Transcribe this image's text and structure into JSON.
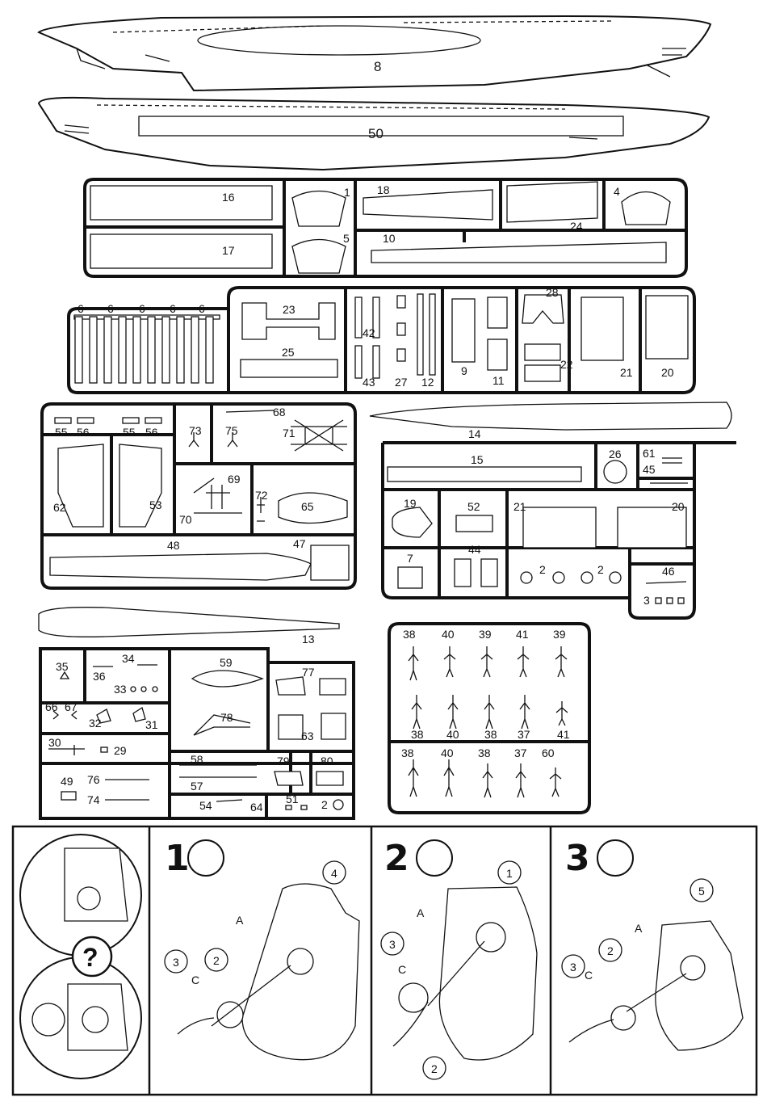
{
  "hulls": {
    "upper": "8",
    "lower": "50"
  },
  "sprue_a": {
    "labels": [
      "16",
      "17",
      "1",
      "5",
      "18",
      "10",
      "24",
      "4"
    ]
  },
  "sprue_b": {
    "labels": [
      "6",
      "6",
      "6",
      "6",
      "6",
      "23",
      "25",
      "42",
      "43",
      "27",
      "12",
      "9",
      "11",
      "28",
      "22",
      "21",
      "20"
    ]
  },
  "sprue_c": {
    "labels": [
      "55",
      "56",
      "55",
      "56",
      "62",
      "53",
      "73",
      "75",
      "68",
      "71",
      "69",
      "70",
      "72",
      "65",
      "48",
      "47"
    ]
  },
  "sprue_d": {
    "labels": [
      "14",
      "15",
      "26",
      "61",
      "45",
      "19",
      "52",
      "21",
      "20",
      "7",
      "44",
      "2",
      "2",
      "46",
      "3"
    ]
  },
  "sprue_e": {
    "labels": [
      "13",
      "35",
      "34",
      "36",
      "33",
      "59",
      "77",
      "66",
      "67",
      "32",
      "31",
      "78",
      "63",
      "30",
      "29",
      "58",
      "79",
      "80",
      "49",
      "76",
      "57",
      "74",
      "54",
      "64",
      "51",
      "2"
    ]
  },
  "figures": {
    "top": [
      "38",
      "40",
      "39",
      "41",
      "39"
    ],
    "middle": [
      "38",
      "40",
      "38",
      "37",
      "41"
    ],
    "bottom": [
      "38",
      "40",
      "38",
      "37",
      "60"
    ]
  },
  "instructions": {
    "question_mark": "?",
    "steps": [
      {
        "number": "1",
        "callouts": [
          "4",
          "3",
          "2"
        ],
        "tags": [
          "A",
          "C"
        ]
      },
      {
        "number": "2",
        "callouts": [
          "1",
          "3",
          "2"
        ],
        "tags": [
          "A",
          "C"
        ]
      },
      {
        "number": "3",
        "callouts": [
          "5",
          "3",
          "2"
        ],
        "tags": [
          "A",
          "C"
        ]
      }
    ]
  }
}
